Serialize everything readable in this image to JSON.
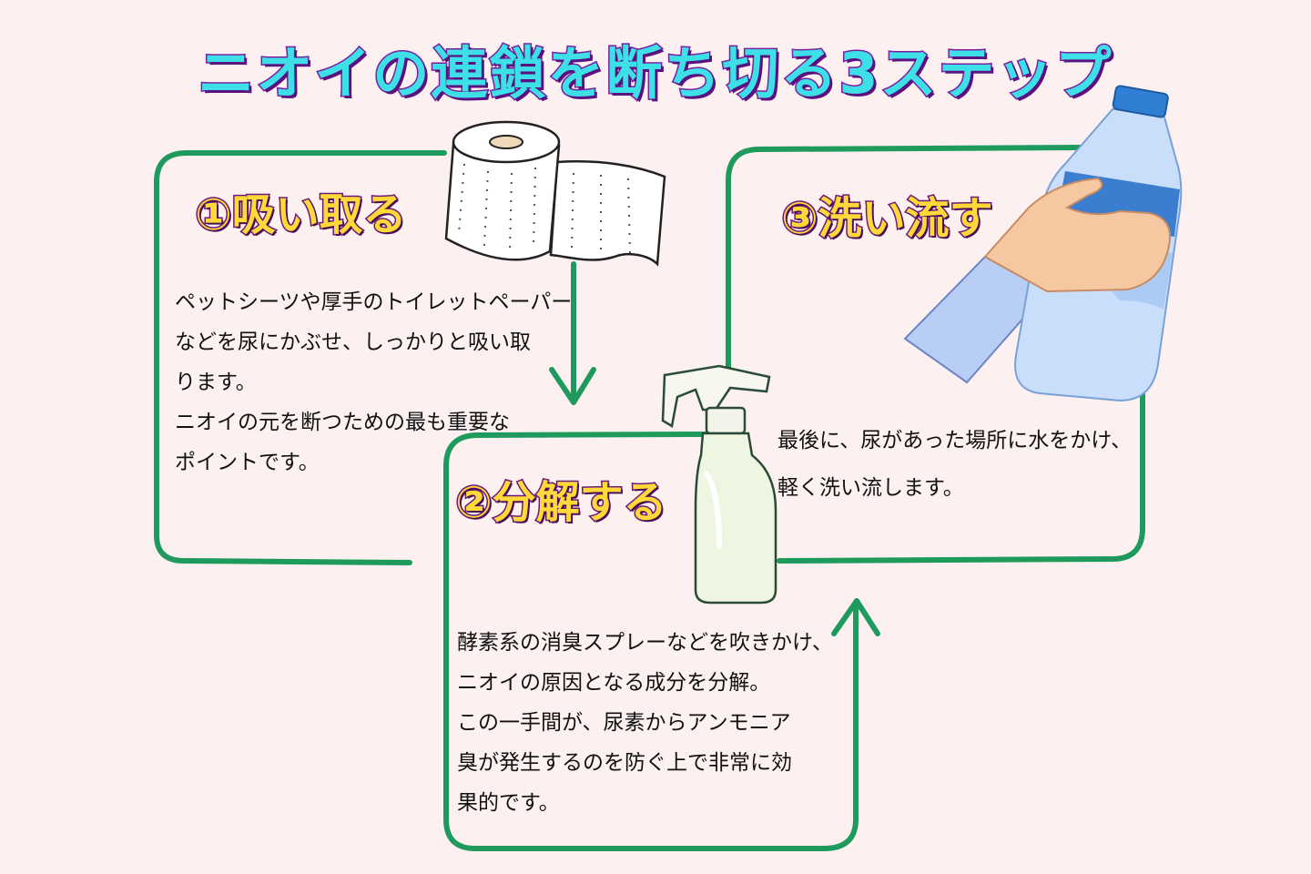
{
  "title": "ニオイの連鎖を断ち切る3ステップ",
  "steps": [
    {
      "title": "①吸い取る",
      "lines": [
        "ペットシーツや厚手のトイレットペーパー",
        "などを尿にかぶせ、しっかりと吸い取",
        "ります。",
        "ニオイの元を断つための最も重要な",
        "ポイントです。"
      ]
    },
    {
      "title": "②分解する",
      "lines": [
        "酵素系の消臭スプレーなどを吹きかけ、",
        "ニオイの原因となる成分を分解。",
        "この一手間が、尿素からアンモニア",
        "臭が発生するのを防ぐ上で非常に効",
        "果的です。"
      ]
    },
    {
      "title": "③洗い流す",
      "lines": [
        "最後に、尿があった場所に水をかけ、",
        "軽く洗い流します。"
      ]
    }
  ],
  "colors": {
    "background": "#fcf1f0",
    "frame_green": "#1e9a5c",
    "title_cyan": "#3ee0e8",
    "title_outline": "#7a1fa0",
    "step_yellow": "#ffd83a",
    "step_outline": "#6b1a7a"
  },
  "illustrations": [
    "toilet-paper-roll",
    "spray-bottle",
    "hand-holding-water-bottle"
  ]
}
